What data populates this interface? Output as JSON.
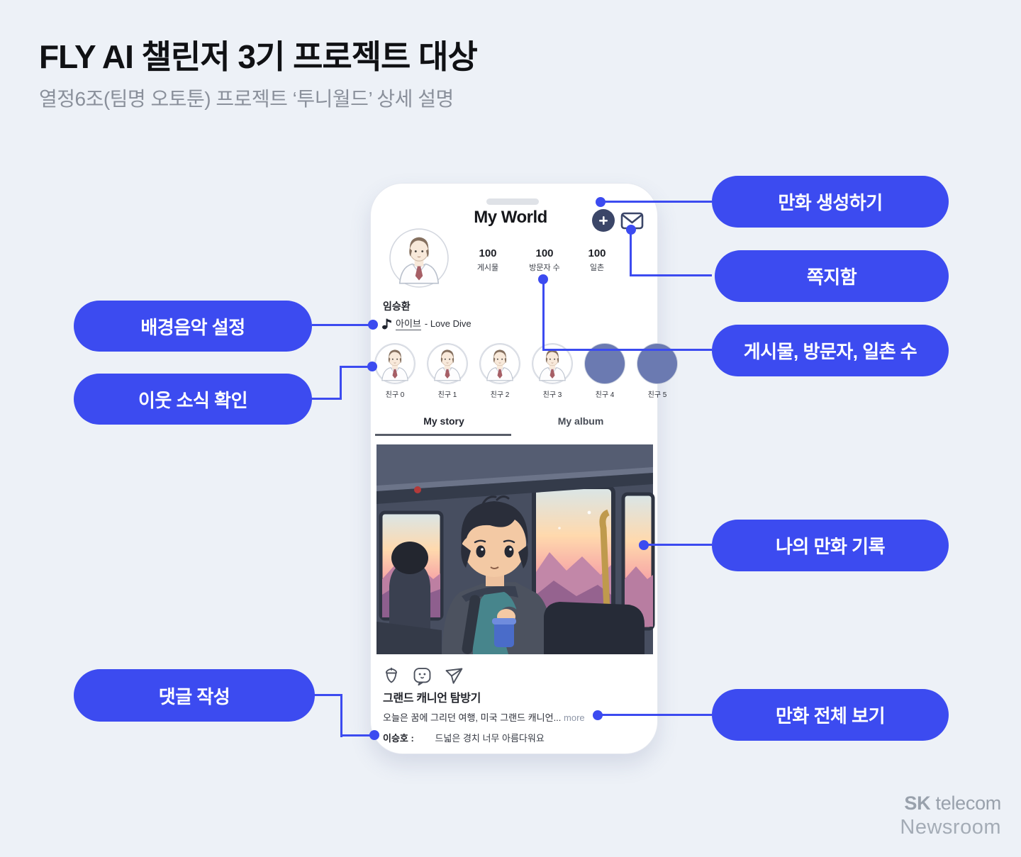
{
  "page": {
    "title": "FLY AI 챌린저 3기 프로젝트 대상",
    "subtitle": "열정6조(팀명 오토툰) 프로젝트 ‘투니월드’ 상세 설명"
  },
  "callouts": {
    "left": [
      {
        "label": "배경음악 설정"
      },
      {
        "label": "이웃 소식 확인"
      },
      {
        "label": "댓글 작성"
      }
    ],
    "right": [
      {
        "label": "만화 생성하기"
      },
      {
        "label": "쪽지함"
      },
      {
        "label": "게시물, 방문자, 일촌 수"
      },
      {
        "label": "나의 만화 기록"
      },
      {
        "label": "만화 전체 보기"
      }
    ]
  },
  "phone": {
    "app_title": "My World",
    "stats": [
      {
        "value": "100",
        "label": "게시물"
      },
      {
        "value": "100",
        "label": "방문자 수"
      },
      {
        "value": "100",
        "label": "일촌"
      }
    ],
    "profile_name": "임승환",
    "music": {
      "artist": "아이브",
      "track": " - Love Dive"
    },
    "friends": [
      "친구 0",
      "친구 1",
      "친구 2",
      "친구 3",
      "친구 4",
      "친구 5"
    ],
    "tabs": [
      {
        "label": "My story"
      },
      {
        "label": "My album"
      }
    ],
    "post": {
      "title": "그랜드 캐니언 탐방기",
      "body": "오늘은 꿈에 그리던 여행, 미국 그랜드 캐니언...",
      "more": "more",
      "comment_author": "이승호 :",
      "comment_text": "드넓은 경치 너무 아름다워요"
    }
  },
  "icons": {
    "create": "plus-icon",
    "inbox": "mail-icon",
    "bgm": "music-note-icon",
    "reaction": "acorn-icon",
    "comment": "comment-bubble-icon",
    "share": "paper-plane-icon"
  },
  "colors": {
    "accent": "#3C4BF0",
    "background": "#EDF1F7",
    "icon_navy": "#3B4668",
    "friend_placeholder": "#6B7AB1"
  },
  "footer": {
    "brand_bold": "SK",
    "brand_rest": " telecom",
    "line2": "Newsroom"
  }
}
